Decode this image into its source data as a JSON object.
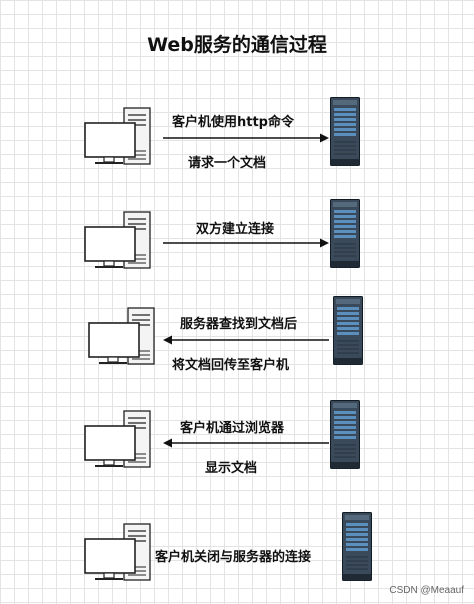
{
  "title": "Web服务的通信过程",
  "steps": [
    {
      "label": "客户机使用http命令",
      "sublabel": "请求一个文档",
      "direction": "to-server"
    },
    {
      "label": "双方建立连接",
      "direction": "to-server"
    },
    {
      "label": "服务器查找到文档后",
      "sublabel": "将文档回传至客户机",
      "direction": "to-client"
    },
    {
      "label": "客户机通过浏览器",
      "sublabel": "显示文档",
      "direction": "to-client"
    },
    {
      "label": "客户机关闭与服务器的连接",
      "direction": "none"
    }
  ],
  "watermark": "CSDN @Meaauf"
}
